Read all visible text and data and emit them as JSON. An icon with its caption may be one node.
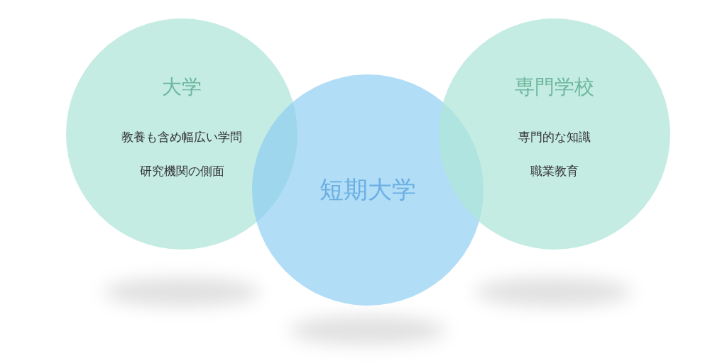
{
  "diagram": {
    "nodes": [
      {
        "text": [
          "大学",
          "教養も含め幅広い学問",
          "研究機関の側面"
        ]
      },
      {
        "text": [
          "短期大学"
        ]
      },
      {
        "text": [
          "専門学校",
          "専門的な知識",
          "職業教育"
        ]
      }
    ]
  }
}
